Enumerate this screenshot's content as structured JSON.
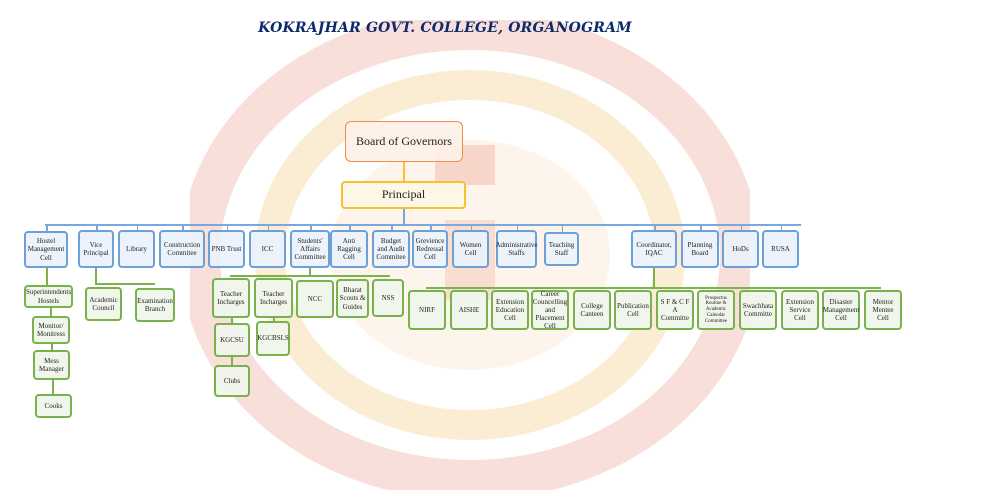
{
  "title": "KOKRAJHAR GOVT. COLLEGE, ORGANOGRAM",
  "board": "Board of Governors",
  "principal": "Principal",
  "level1": [
    "Hostel Management Cell",
    "Vice Principal",
    "Library",
    "Construction Commitee",
    "PNB Trust",
    "ICC",
    "Students' Affairs Committee",
    "Anti Ragging Cell",
    "Budget and Audit Commitee",
    "Grevience Redressal Cell",
    "Women Cell",
    "Administrative Staffs",
    "Teaching Staff",
    "Coordinator, IQAC",
    "Planning Board",
    "HoDs",
    "RUSA"
  ],
  "hostel_chain": [
    "Superintendents Hostels",
    "Monitor/ Monitress",
    "Mess Manager",
    "Cooks"
  ],
  "vice_principal_children": [
    "Academic Council",
    "Examination Branch"
  ],
  "students_affairs_children": [
    "Teacher Incharges",
    "Teacher Incharges",
    "NCC",
    "Bharat Scouts & Guides",
    "NSS",
    "KGCSU",
    "KGCBSLS",
    "Clubs"
  ],
  "iqac_children": [
    "NIRF",
    "AISHE",
    "Extension Education Cell",
    "Career Councelling and Placement Cell",
    "College Canteen",
    "Publication Cell",
    "S F & C F A Committe",
    "Prospectus Routine & Academic Calendar Committee",
    "Swachhata Committe",
    "Extension Service Cell",
    "Disaster Management Cell",
    "Mentor Mentee Cell"
  ],
  "colors": {
    "title": "#0d2a6b",
    "level1_border": "#6ea0d8",
    "child_border": "#79b14d",
    "board_border": "#ee8d4d",
    "principal_border": "#f6c232"
  }
}
